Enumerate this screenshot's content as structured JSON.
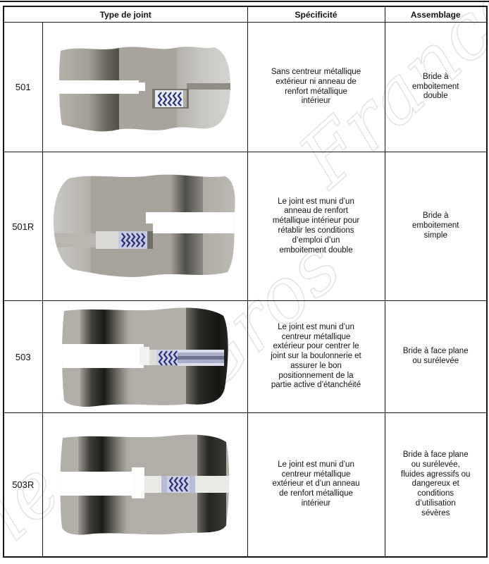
{
  "table": {
    "headers": {
      "type_de_joint": "Type de joint",
      "specificite": "Spécificité",
      "assemblage": "Assemblage"
    },
    "rows": [
      {
        "code": "501",
        "specificite": "Sans centreur métallique\nextérieur ni anneau de\nrenfort métallique\nintérieur",
        "assemblage": "Bride à\nemboitement\ndouble"
      },
      {
        "code": "501R",
        "specificite": "Le joint est muni d’un\nanneau de renfort\nmétallique intérieur pour\nrétablir les conditions\nd’emploi d’un\nemboitement double",
        "assemblage": "Bride à\nemboitement\nsimple"
      },
      {
        "code": "503",
        "specificite": "Le joint est muni d’un\ncentreur métallique\nextérieur pour centrer le\njoint sur la boulonnerie et\nassurer le bon\npositionnement de la\npartie active d’étanchéité",
        "assemblage": "Bride à  face plane\nou surélevée"
      },
      {
        "code": "503R",
        "specificite": "Le joint est muni d’un\ncentreur métallique\nextérieur et d’un anneau\nde renfort métallique\nintérieur",
        "assemblage": "Bride à  face plane\nou surélevée,\nfluides agressifs ou\ndangereux et\nconditions\nd’utilisation\nsévères"
      }
    ]
  },
  "watermark": {
    "fragments": [
      "le",
      "Gros",
      "France"
    ],
    "color": "#e4e4e4"
  },
  "colors": {
    "border": "#161616",
    "gasket_blue": "#262f7d",
    "flange_taupe": "#a8a49c",
    "flange_light": "#c8c6c0",
    "flange_dark": "#2e2c28",
    "ring_blue_gray": "#6d7492"
  }
}
